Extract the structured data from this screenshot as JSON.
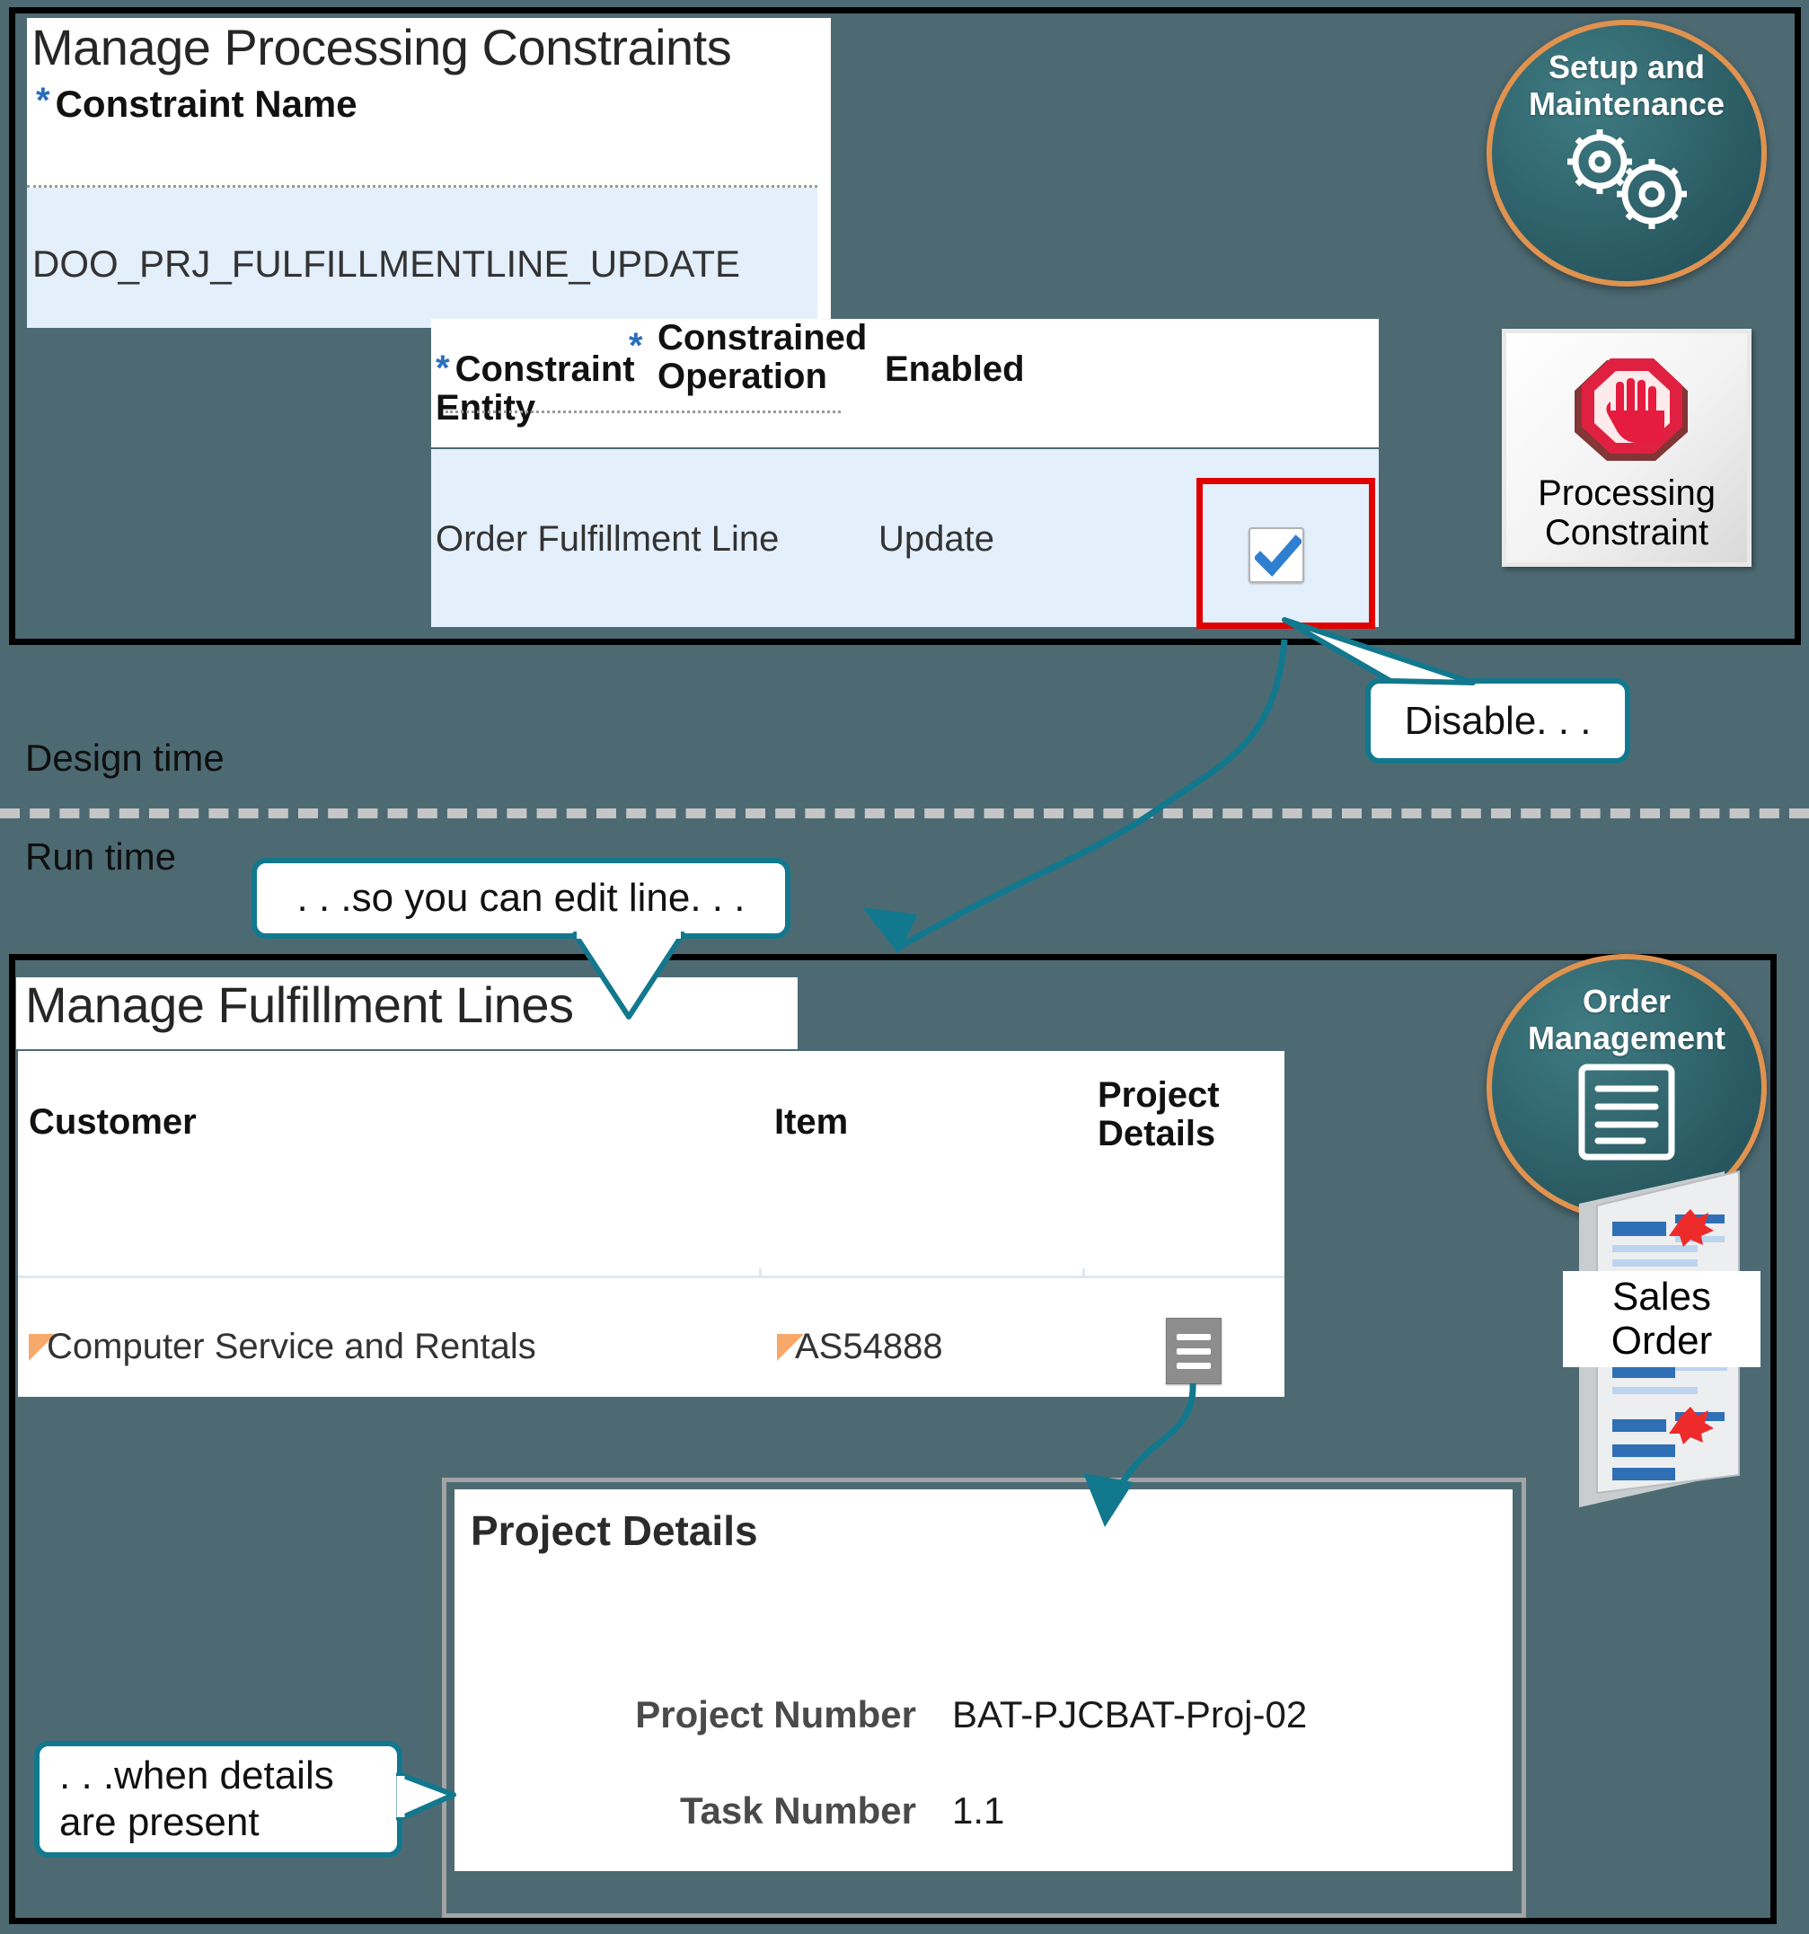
{
  "design_time": {
    "label": "Design time",
    "app_badge": {
      "line1": "Setup and",
      "line2": "Maintenance",
      "icon": "gears-icon"
    },
    "object_tile": {
      "line1": "Processing",
      "line2": "Constraint",
      "icon": "stop-hand-icon"
    },
    "page": {
      "title": "Manage Processing Constraints",
      "constraint_name_label": "Constraint Name",
      "constraint_name_value": "DOO_PRJ_FULFILLMENTLINE_UPDATE",
      "required_marker": "*",
      "table": {
        "columns": [
          "Constraint Entity",
          "Constrained Operation",
          "Enabled"
        ],
        "column_required": [
          true,
          true,
          false
        ],
        "rows": [
          {
            "entity": "Order Fulfillment Line",
            "operation": "Update",
            "enabled": true
          }
        ]
      }
    },
    "callout": "Disable. . ."
  },
  "run_time": {
    "label": "Run time",
    "app_badge": {
      "line1": "Order",
      "line2": "Management",
      "icon": "document-lines-icon"
    },
    "object_doc": {
      "line1": "Sales",
      "line2": "Order",
      "icon": "sales-order-doc-icon"
    },
    "page": {
      "title": "Manage Fulfillment Lines",
      "table": {
        "columns": [
          "Customer",
          "Item",
          "Project Details"
        ],
        "rows": [
          {
            "customer": "Computer Service and Rentals",
            "item": "AS54888",
            "project_details_icon": "hamburger-menu-icon"
          }
        ]
      }
    },
    "dialog": {
      "title": "Project Details",
      "fields": [
        {
          "label": "Project Number",
          "value": "BAT-PJCBAT-Proj-02"
        },
        {
          "label": "Task Number",
          "value": "1.1"
        }
      ]
    },
    "callout_edit": ". . .so you can edit line. . .",
    "callout_details": ". . .when details\nare present"
  },
  "colors": {
    "background": "#4d6a73",
    "panel_border": "#000000",
    "badge_ring": "#e0924f",
    "badge_fill": "#31656d",
    "callout_border": "#12788d",
    "highlight_box": "#e00000",
    "row_fill": "#e3effb",
    "required_star": "#2a6ebb",
    "check_blue": "#2f7fd1",
    "flag_orange": "#f6a96a",
    "divider_gray": "#c6c6c6"
  }
}
